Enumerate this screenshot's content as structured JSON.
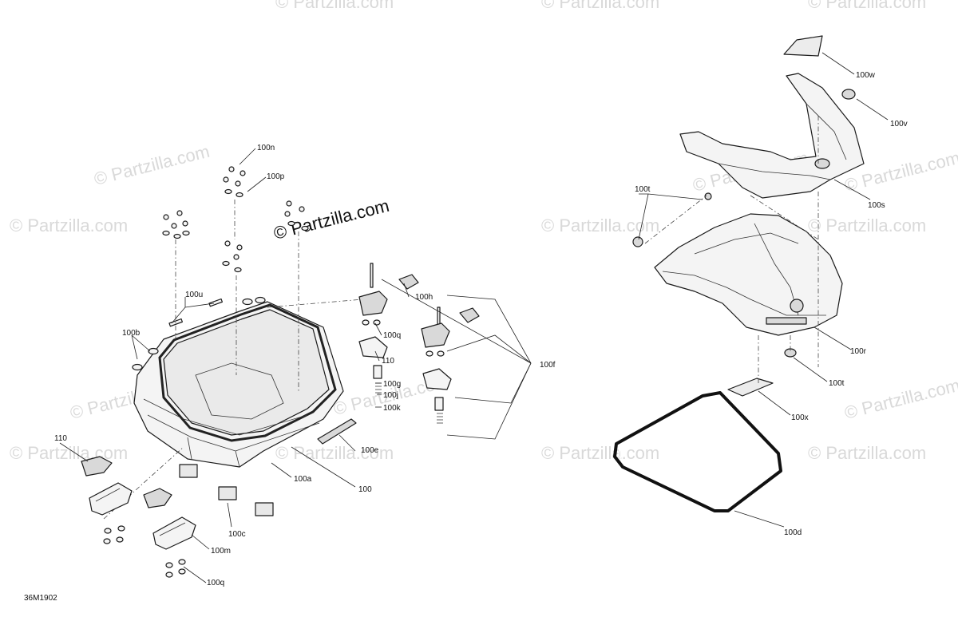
{
  "diagram": {
    "code": "36M1902",
    "watermark": "© Partzilla.com",
    "callouts": {
      "c100n": "100n",
      "c100p": "100p",
      "c100u": "100u",
      "c100b": "100b",
      "c100h": "100h",
      "c100q_top": "100q",
      "c110_right": "110",
      "c100g": "100g",
      "c100j": "100j",
      "c100k": "100k",
      "c100f": "100f",
      "c100e": "100e",
      "c100": "100",
      "c100a": "100a",
      "c110_left": "110",
      "c100c": "100c",
      "c100m": "100m",
      "c100q_bottom": "100q",
      "c100w": "100w",
      "c100v": "100v",
      "c100s": "100s",
      "c100t_top": "100t",
      "c100r": "100r",
      "c100t_right": "100t",
      "c100x": "100x",
      "c100d": "100d"
    }
  }
}
